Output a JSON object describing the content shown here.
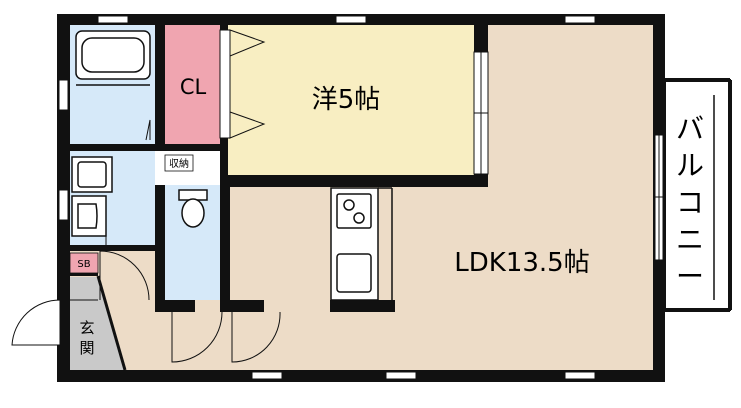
{
  "rooms": {
    "western_room": "洋5帖",
    "ldk": "LDK13.5帖",
    "closet": "CL",
    "storage": "収納",
    "shoe_box": "SB",
    "entrance": [
      "玄",
      "関"
    ],
    "balcony": [
      "バ",
      "ル",
      "コ",
      "ニ",
      "ー"
    ]
  },
  "colors": {
    "wall": "#111111",
    "western_floor": "#f8eec2",
    "ldk_floor": "#eddcc7",
    "wet_area": "#d6e9f9",
    "closet": "#f0a5b0",
    "entrance_floor": "#c9c9c9",
    "window": "#ffffff"
  }
}
